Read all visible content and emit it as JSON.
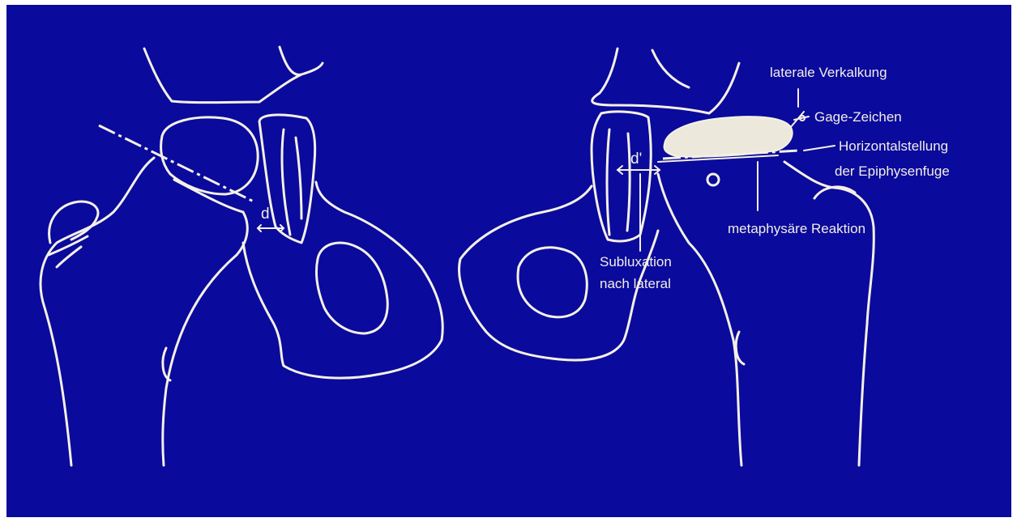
{
  "colors": {
    "background": "#0a0a9c",
    "line": "#f4f0e6",
    "frame": "#ffffff"
  },
  "left": {
    "distance_label": "d"
  },
  "right": {
    "distance_label": "d'",
    "labels": {
      "lateral_calcification": "laterale Verkalkung",
      "gage_sign": "Gage-Zeichen",
      "horizontal_1": "Horizontalstellung",
      "horizontal_2": "der Epiphysenfuge",
      "metaphyseal": "metaphysäre Reaktion",
      "subluxation_1": "Subluxation",
      "subluxation_2": "nach lateral"
    }
  }
}
